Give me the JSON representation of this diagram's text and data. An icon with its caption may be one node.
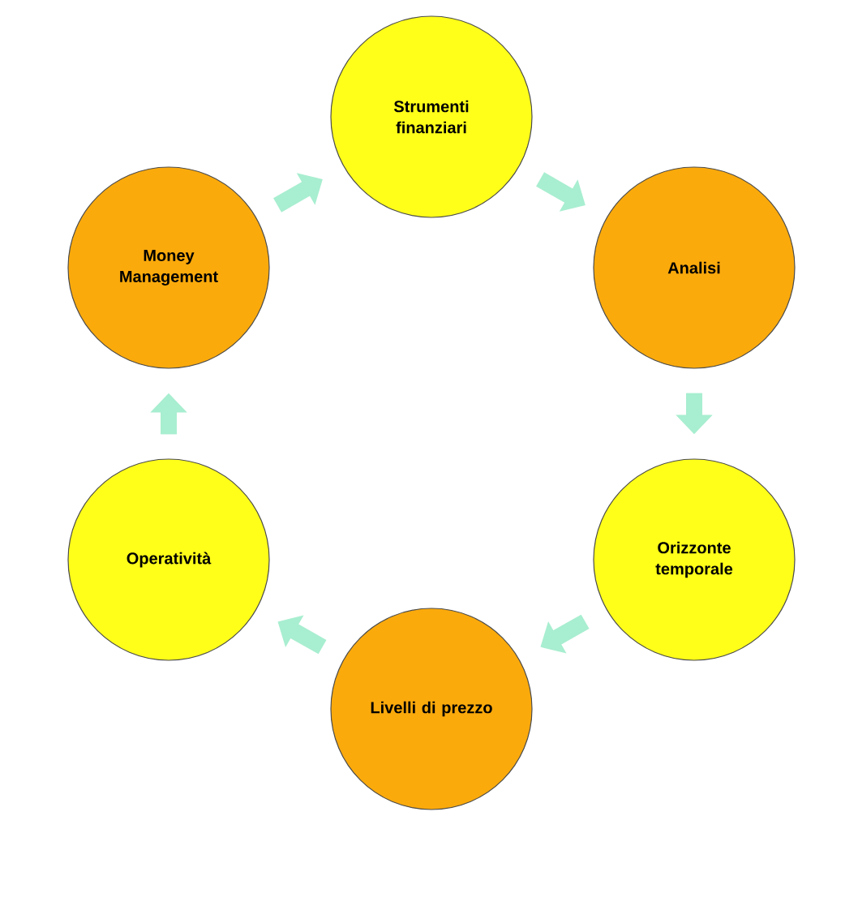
{
  "diagram": {
    "nodes": [
      {
        "text": [
          "Strumenti finanziari"
        ]
      },
      {
        "text": [
          "Analisi"
        ]
      },
      {
        "text": [
          "Orizzonte temporale"
        ]
      },
      {
        "text": [
          "Livelli di prezzo"
        ]
      },
      {
        "text": [
          "Operatività"
        ]
      },
      {
        "text": [
          "Money Management"
        ]
      }
    ],
    "edges": [
      {
        "from": 0,
        "to": 1,
        "arrow": "to"
      },
      {
        "from": 1,
        "to": 2,
        "arrow": "to"
      },
      {
        "from": 2,
        "to": 3,
        "arrow": "to"
      },
      {
        "from": 3,
        "to": 4,
        "arrow": "to"
      },
      {
        "from": 4,
        "to": 5,
        "arrow": "to"
      },
      {
        "from": 5,
        "to": 0,
        "arrow": "to"
      }
    ]
  }
}
